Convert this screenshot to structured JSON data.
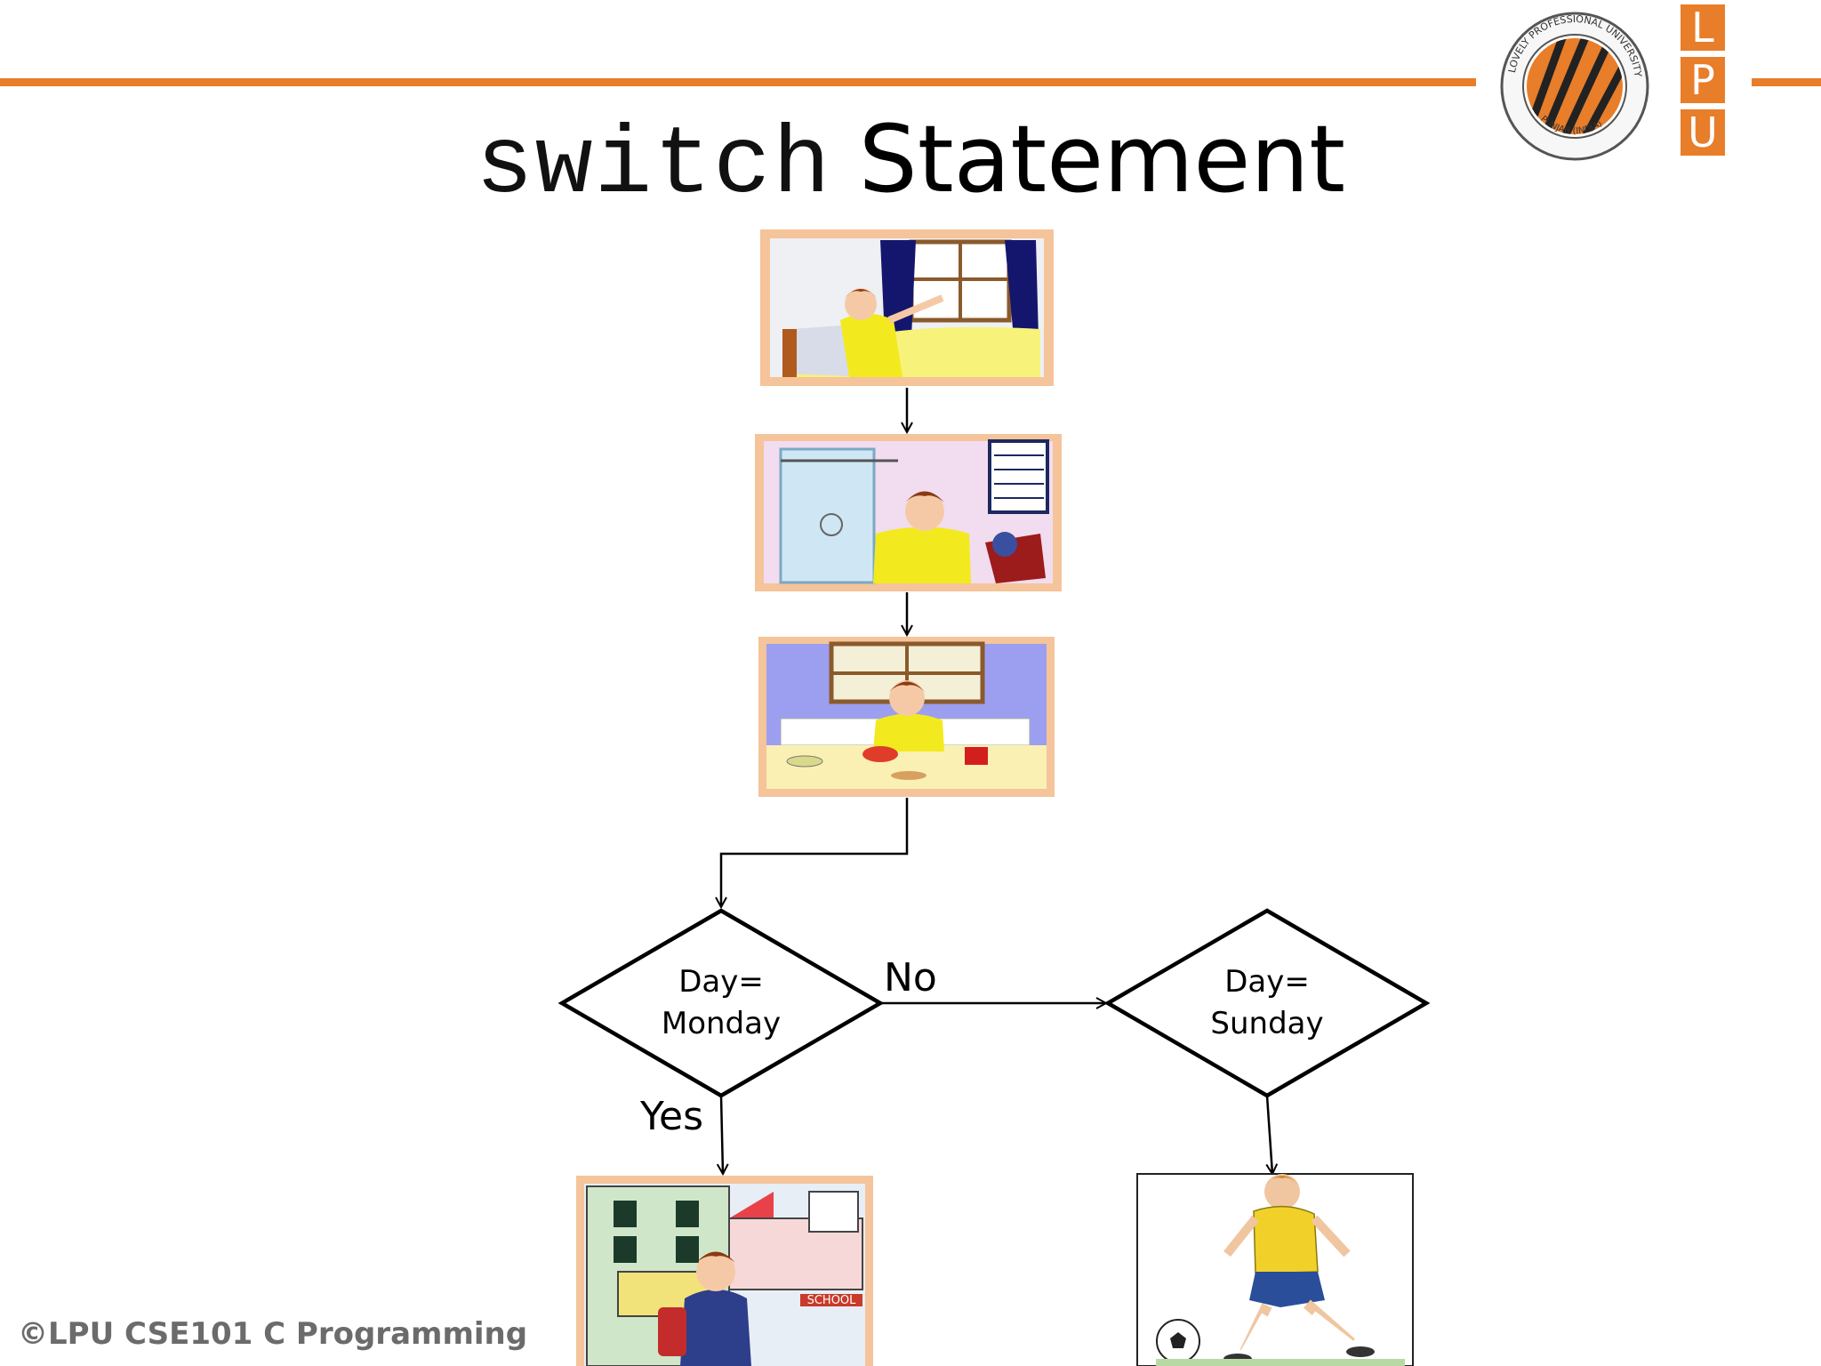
{
  "slide": {
    "title_code": "switch",
    "title_word": "Statement",
    "footer": "©LPU CSE101 C Programming"
  },
  "logo": {
    "letters": [
      "L",
      "P",
      "U"
    ],
    "ring_top": "LOVELY PROFESSIONAL UNIVERSITY",
    "ring_bottom": "PUNJAB (INDIA)"
  },
  "flowchart": {
    "decision1": {
      "line1": "Day=",
      "line2": "Monday"
    },
    "decision2": {
      "line1": "Day=",
      "line2": "Sunday"
    },
    "no_label": "No",
    "yes_label": "Yes",
    "school_sign": "SCHOOL"
  },
  "colors": {
    "accent": "#e87d2a",
    "frame": "#f5c49a",
    "shirt": "#f2ea1e"
  },
  "icons": [
    "wake-up-illustration",
    "brush-teeth-illustration",
    "breakfast-illustration",
    "school-illustration",
    "football-illustration",
    "lpu-logo"
  ]
}
